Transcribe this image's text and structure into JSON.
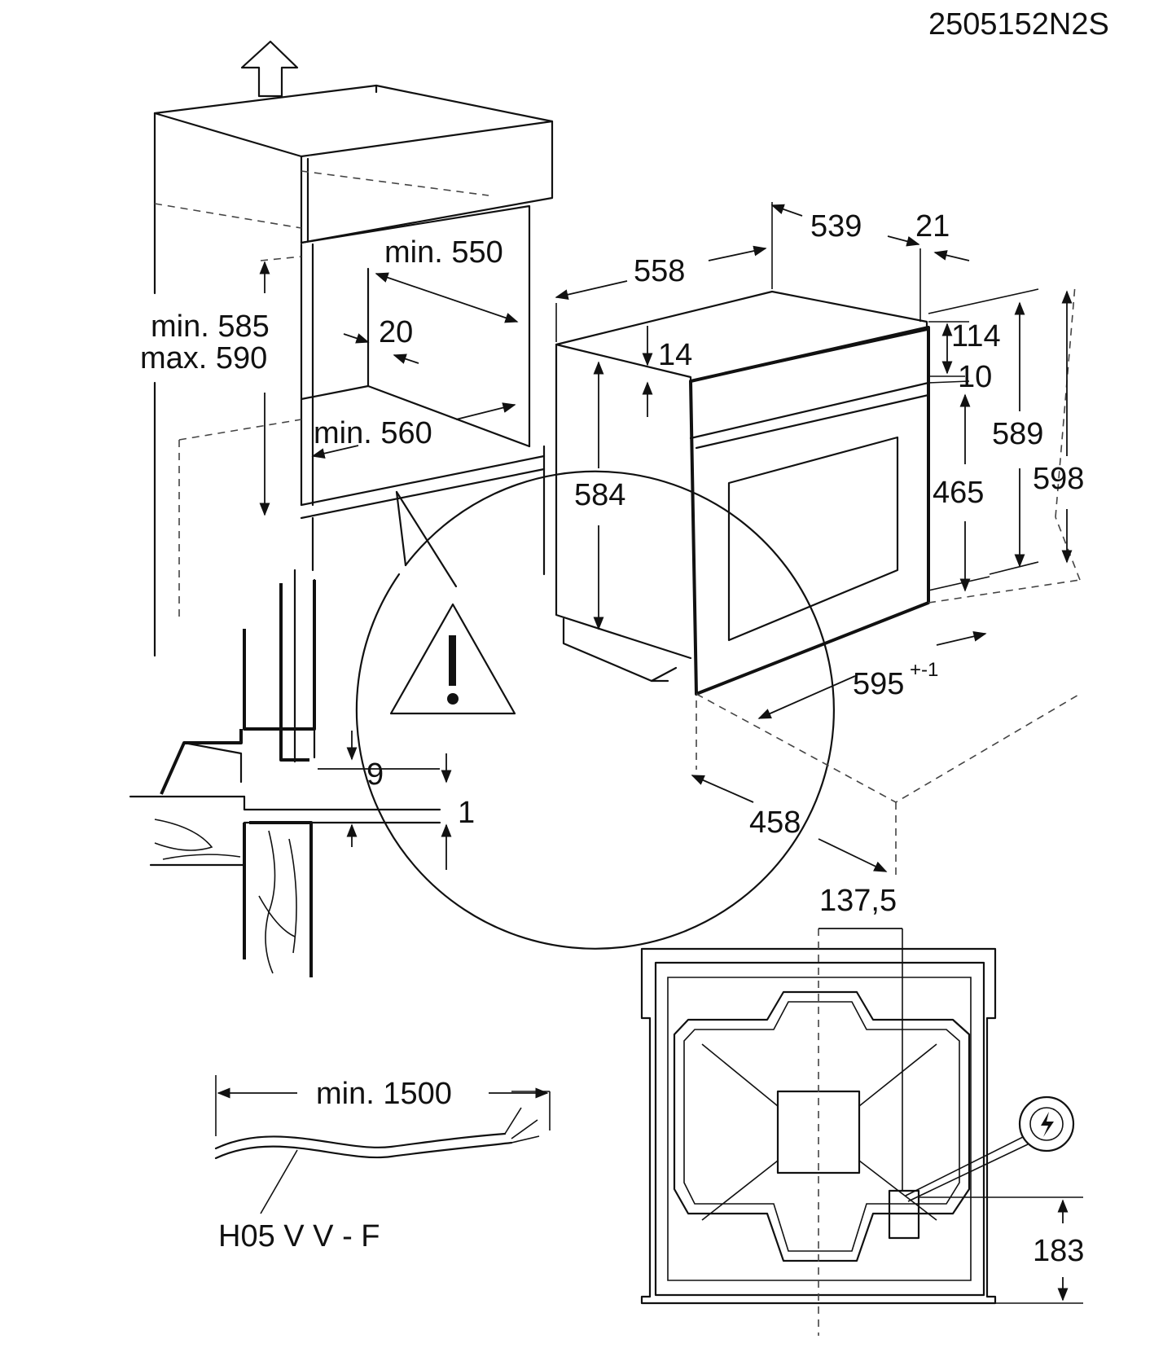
{
  "doc_code": "2505152N2S",
  "niche": {
    "height_min": "min. 585",
    "height_max": "max. 590",
    "depth_top": "min. 550",
    "gap": "20",
    "depth_bottom": "min. 560"
  },
  "oven": {
    "depth_total": "558",
    "depth_body": "539",
    "front_thickness": "21",
    "top_offset": "14",
    "height_body": "584",
    "panel_height": "114",
    "panel_gap": "10",
    "door_height": "465",
    "height_mid": "589",
    "height_total": "598",
    "width": "595",
    "width_tol": "+-1",
    "depth_base": "458"
  },
  "detail": {
    "gap_top": "9",
    "gap_bottom": "1"
  },
  "back_panel": {
    "offset_x": "137,5",
    "offset_y": "183"
  },
  "cable": {
    "length": "min. 1500",
    "type": "H05 V V - F"
  },
  "icons": [
    "warning-triangle-icon",
    "electric-socket-icon",
    "up-arrow-icon"
  ]
}
